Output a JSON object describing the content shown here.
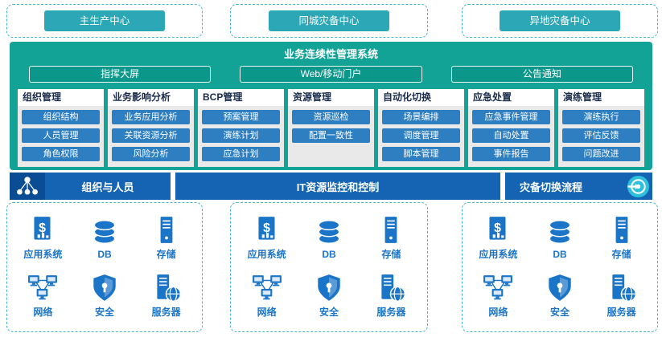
{
  "colors": {
    "teal_panel": "#12a296",
    "cyan_header": "#2ba7b6",
    "blue_bar": "#1464b3",
    "blue_bar_dark": "#0a4d94",
    "module_button_blue": "#2e7fc2",
    "infra_blue": "#1a74c8",
    "dashed_border": "#45b4c6"
  },
  "top_centers": [
    {
      "label": "主生产中心"
    },
    {
      "label": "同城灾备中心"
    },
    {
      "label": "异地灾备中心"
    }
  ],
  "platform": {
    "title": "业务连续性管理系统",
    "portals": [
      "指挥大屏",
      "Web/移动门户",
      "公告通知"
    ],
    "modules": [
      {
        "title": "组织管理",
        "items": [
          "组织结构",
          "人员管理",
          "角色权限"
        ]
      },
      {
        "title": "业务影响分析",
        "items": [
          "业务应用分析",
          "关联资源分析",
          "风险分析"
        ]
      },
      {
        "title": "BCP管理",
        "items": [
          "预案管理",
          "演练计划",
          "应急计划"
        ]
      },
      {
        "title": "资源管理",
        "items": [
          "资源巡检",
          "配置一致性"
        ]
      },
      {
        "title": "自动化切换",
        "items": [
          "场景编排",
          "调度管理",
          "脚本管理"
        ]
      },
      {
        "title": "应急处置",
        "items": [
          "应急事件管理",
          "自动处置",
          "事件报告"
        ]
      },
      {
        "title": "演练管理",
        "items": [
          "演练执行",
          "评估反馈",
          "问题改进"
        ]
      }
    ]
  },
  "middle_bars": {
    "org_label": "组织与人员",
    "org_icon": "org-chart-icon",
    "monitor_label": "IT资源监控和控制",
    "switch_label": "灾备切换流程",
    "switch_icon": "target-arrow-icon"
  },
  "infrastructure": {
    "items": [
      {
        "label": "应用系统",
        "icon": "app-system-icon"
      },
      {
        "label": "DB",
        "icon": "database-icon"
      },
      {
        "label": "存储",
        "icon": "storage-icon"
      },
      {
        "label": "网络",
        "icon": "network-icon"
      },
      {
        "label": "安全",
        "icon": "security-icon"
      },
      {
        "label": "服务器",
        "icon": "server-icon"
      }
    ]
  }
}
